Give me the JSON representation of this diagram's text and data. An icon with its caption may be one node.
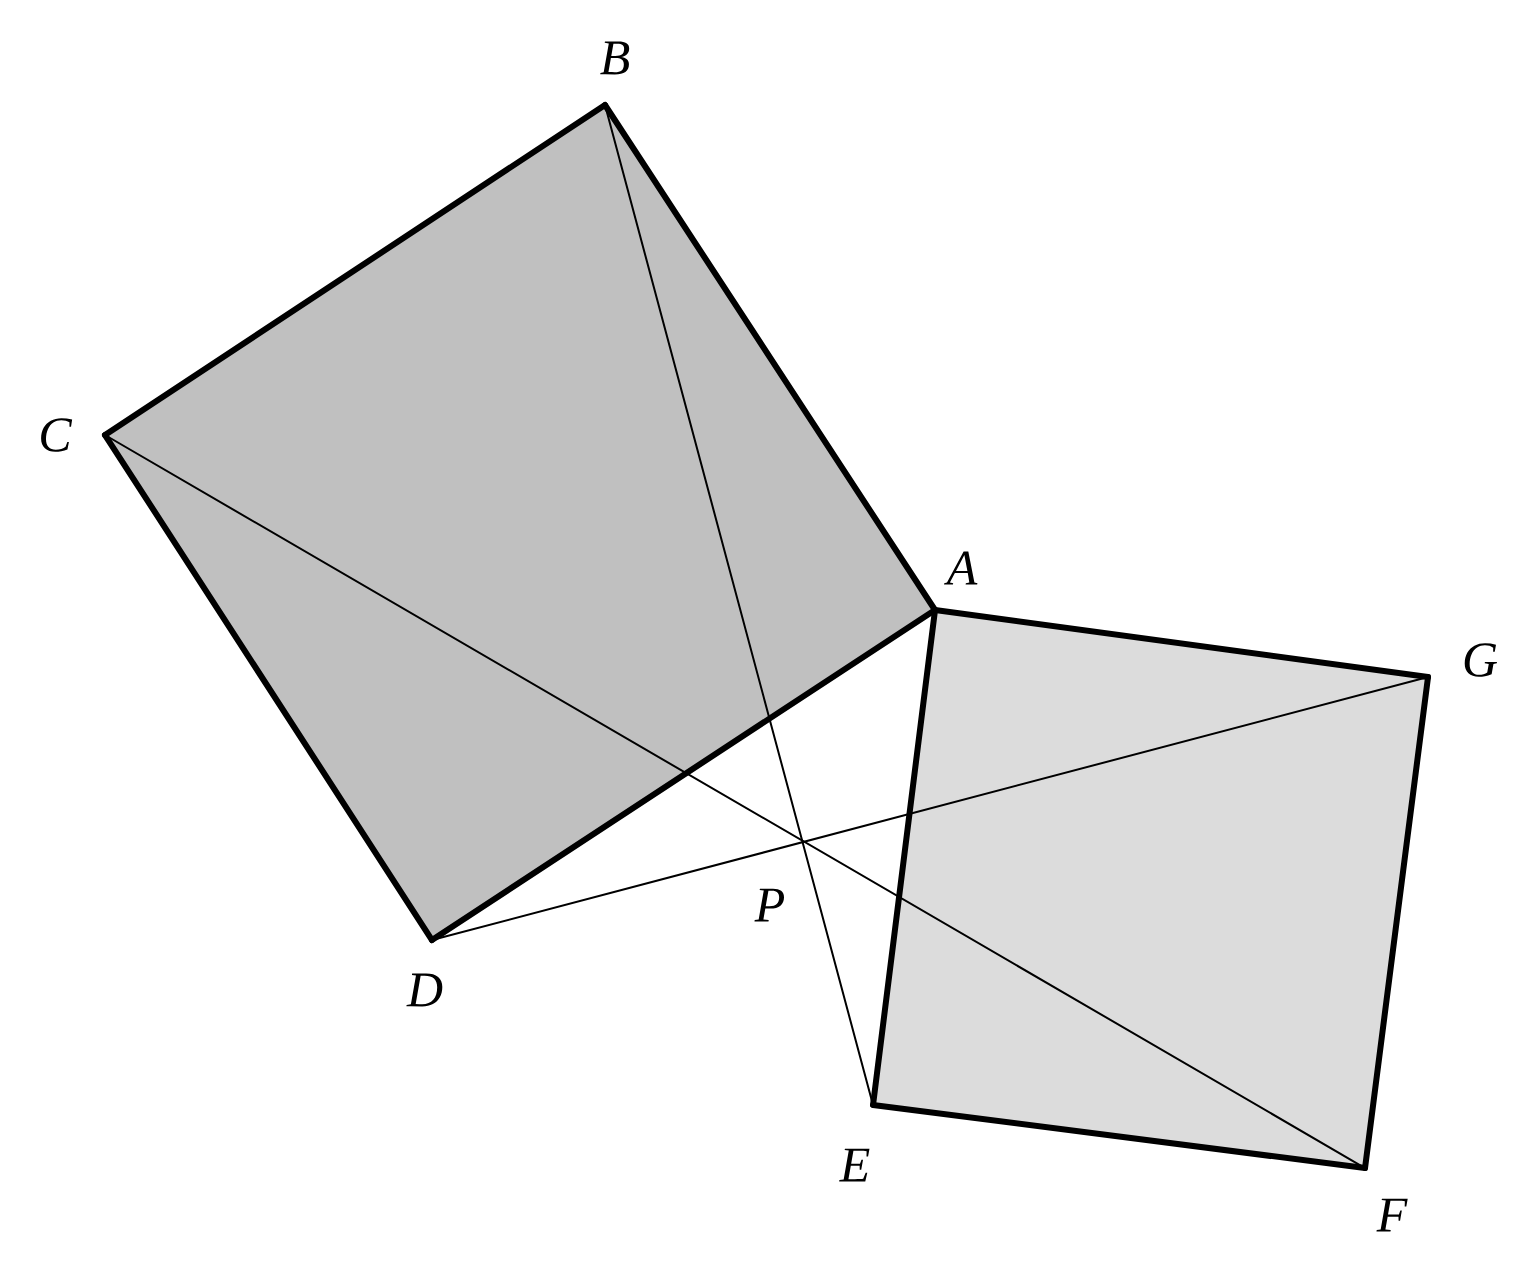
{
  "diagram": {
    "nodes": [
      {
        "text": [
          "A"
        ]
      },
      {
        "text": [
          "B"
        ]
      },
      {
        "text": [
          "C"
        ]
      },
      {
        "text": [
          "D"
        ]
      },
      {
        "text": [
          "E"
        ]
      },
      {
        "text": [
          "F"
        ]
      },
      {
        "text": [
          "G"
        ]
      }
    ],
    "edges": [
      {
        "from": 0,
        "to": 1,
        "arrow": "none"
      },
      {
        "from": 1,
        "to": 2,
        "arrow": "none"
      },
      {
        "from": 2,
        "to": 3,
        "arrow": "none"
      },
      {
        "from": 3,
        "to": 0,
        "arrow": "none"
      },
      {
        "from": 0,
        "to": 4,
        "arrow": "none"
      },
      {
        "from": 4,
        "to": 5,
        "arrow": "none"
      },
      {
        "from": 5,
        "to": 6,
        "arrow": "none"
      },
      {
        "from": 6,
        "to": 0,
        "arrow": "none"
      },
      {
        "from": 1,
        "to": 4,
        "arrow": "none"
      },
      {
        "from": 2,
        "to": 5,
        "arrow": "none"
      },
      {
        "from": 3,
        "to": 6,
        "arrow": "none"
      }
    ],
    "labels": [
      "P"
    ]
  }
}
